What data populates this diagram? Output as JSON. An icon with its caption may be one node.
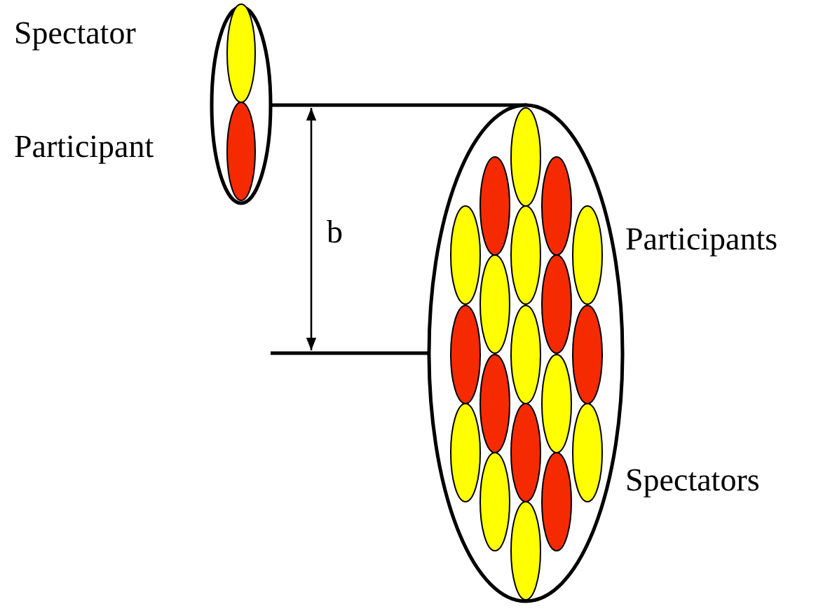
{
  "diagram": {
    "labels": [
      "Spectator",
      "Participant",
      "b",
      "Participants",
      "Spectators"
    ]
  }
}
